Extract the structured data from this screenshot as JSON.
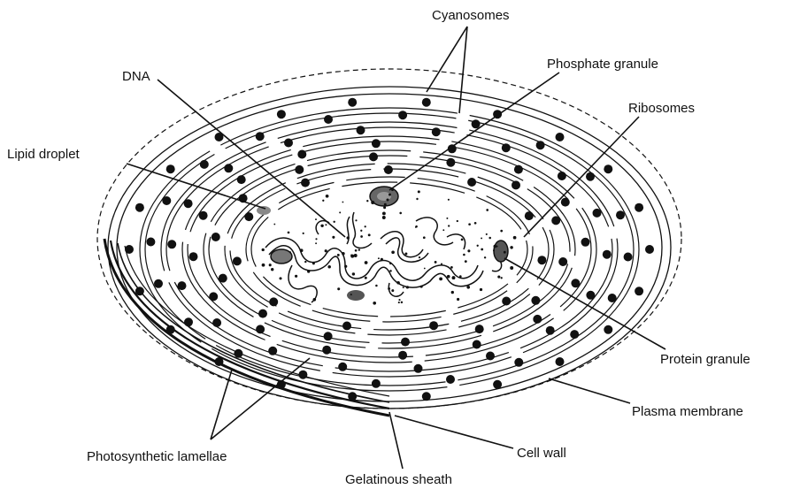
{
  "labels": {
    "cyanosomes": "Cyanosomes",
    "phosphate_granule": "Phosphate granule",
    "dna": "DNA",
    "ribosomes": "Ribosomes",
    "lipid_droplet": "Lipid droplet",
    "protein_granule": "Protein granule",
    "plasma_membrane": "Plasma membrane",
    "photosynthetic_lamellae": "Photosynthetic lamellae",
    "cell_wall": "Cell wall",
    "gelatinous_sheath": "Gelatinous sheath"
  },
  "colors": {
    "ink": "#111111",
    "paper": "#ffffff"
  }
}
